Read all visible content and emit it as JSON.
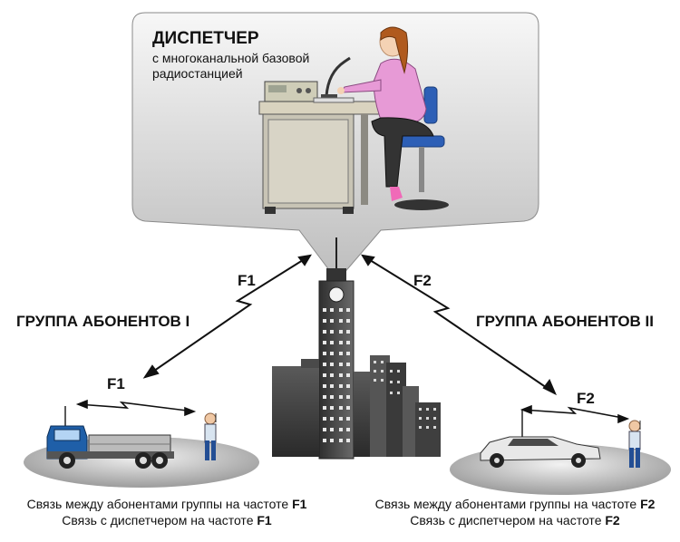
{
  "dispatcher": {
    "title": "ДИСПЕТЧЕР",
    "subtitle_line1": "с многоканальной базовой",
    "subtitle_line2": "радиостанцией"
  },
  "groups": {
    "left": "ГРУППА АБОНЕНТОВ I",
    "right": "ГРУППА АБОНЕНТОВ II"
  },
  "frequencies": {
    "f1": "F1",
    "f2": "F2"
  },
  "captions": {
    "left_line1_text": "Связь между абонентами группы на частоте ",
    "left_line1_freq": "F1",
    "left_line2_text": "Связь с диспетчером на частоте ",
    "left_line2_freq": "F1",
    "right_line1_text": "Связь между абонентами группы на частоте ",
    "right_line1_freq": "F2",
    "right_line2_text": "Связь с диспетчером на частоте ",
    "right_line2_freq": "F2"
  },
  "colors": {
    "bubble": "#d6d6d6",
    "ground": "#b8b8b8",
    "building": "#444444",
    "truck_cab": "#1f5fa8",
    "dispatcher_shirt": "#e79ad6"
  }
}
